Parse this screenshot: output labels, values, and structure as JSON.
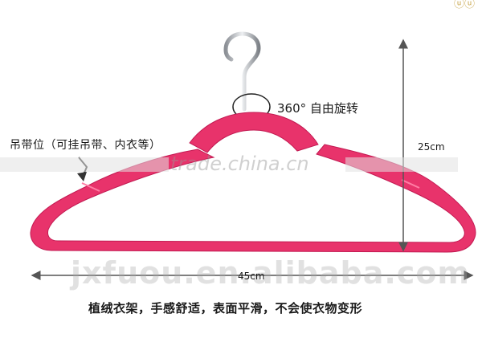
{
  "image": {
    "corner_mark": "ⓤⓤ",
    "labels": {
      "rotation": "360°  自由旋转",
      "strap_position": "吊带位（可挂吊带、内衣等）",
      "height": "25cm",
      "width": "45cm",
      "feature_caption": "植绒衣架，手感舒适，表面平滑，不会使衣物变形"
    },
    "watermarks": {
      "trade": "trade.china.cn",
      "site": "jxfuou.en.alibaba.com"
    },
    "colors": {
      "hanger": "#e8336b",
      "hanger_dark": "#c21a52",
      "hook": "#b8bcc2",
      "dimension_line": "#555555"
    }
  }
}
